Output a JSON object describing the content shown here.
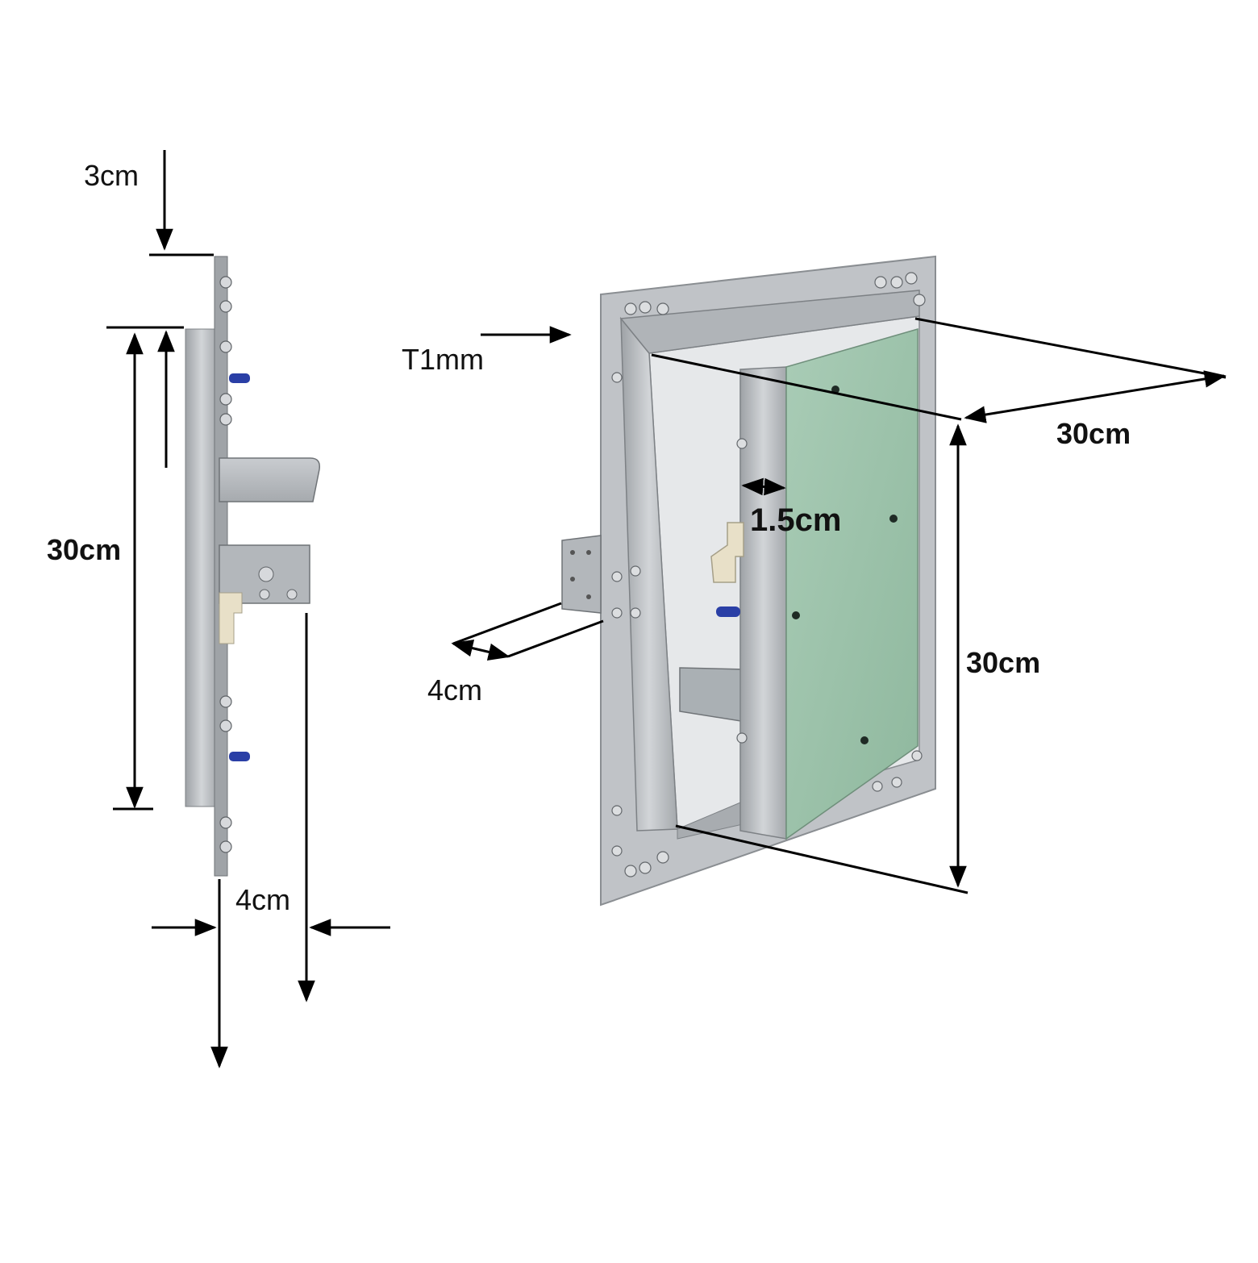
{
  "side_view": {
    "top_offset_label": "3cm",
    "height_label": "30cm",
    "depth_label": "4cm"
  },
  "perspective_view": {
    "thickness_label": "T1mm",
    "width_label": "30cm",
    "height_label": "30cm",
    "depth_label": "4cm",
    "door_frame_label": "1.5cm"
  },
  "colors": {
    "aluminum": "#b9bdc1",
    "aluminum_dark": "#8f9397",
    "gypsum_board": "#9ec4ac",
    "screw_blue": "#2a3fa6",
    "latch_beige": "#e8e0c8",
    "line": "#000000"
  },
  "icons": [
    "dimension-arrow",
    "screw",
    "spring-hinge",
    "latch"
  ]
}
